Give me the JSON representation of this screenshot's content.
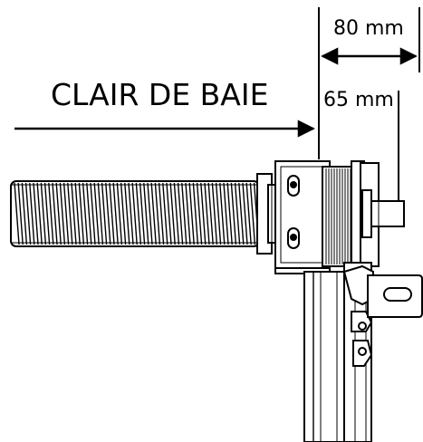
{
  "labels": {
    "opening": "CLAIR DE BAIE",
    "dim_outer": "80 mm",
    "dim_inner": "65 mm"
  },
  "colors": {
    "ink": "#000000",
    "paper": "#ffffff",
    "shade": "#d9d9d9"
  },
  "components": {
    "spring": "torsion-spring",
    "drum": "cable-drum",
    "bracket": "end-bracket",
    "shaft": "shaft",
    "rail": "vertical-track",
    "plate": "mounting-plate"
  }
}
